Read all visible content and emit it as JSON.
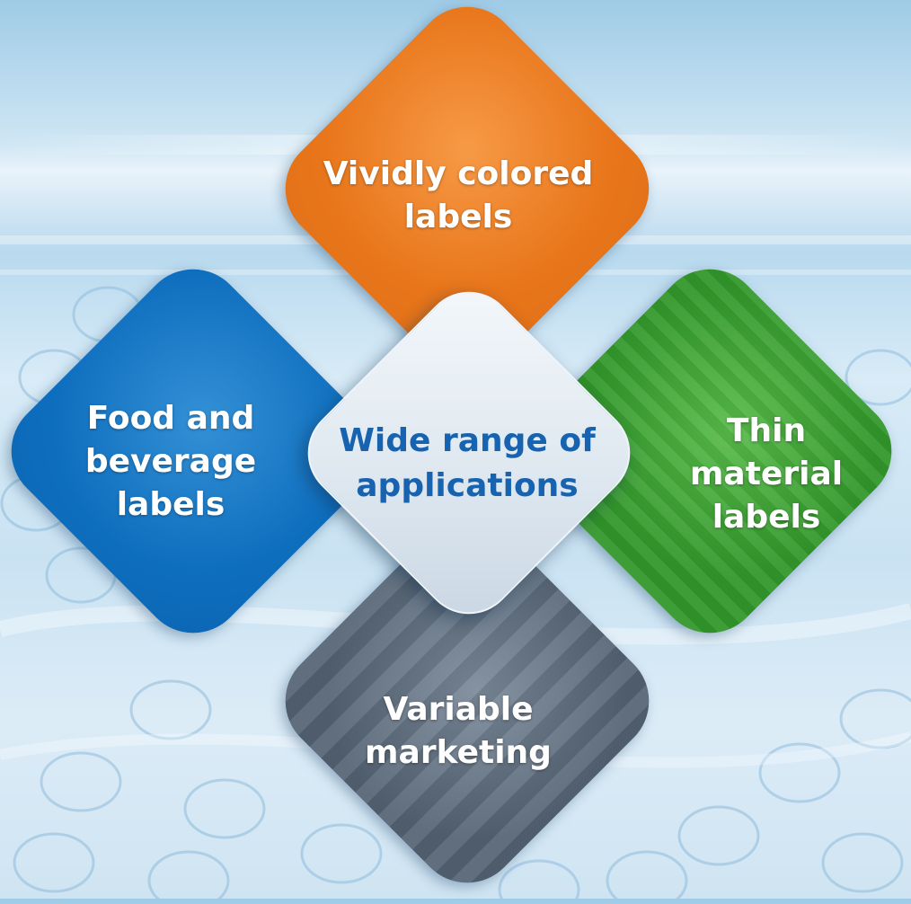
{
  "center": {
    "label": "Wide range of\napplications"
  },
  "tiles": [
    {
      "label": "Vividly colored\nlabels",
      "color": "#f07c1e"
    },
    {
      "label": "Food and\nbeverage\nlabels",
      "color": "#0f78c8"
    },
    {
      "label": "Thin material\nlabels",
      "color": "#3aa534"
    },
    {
      "label": "Variable\nmarketing",
      "color": "#5c6b7c"
    }
  ],
  "colors": {
    "background": "#cfe6f4",
    "center_text": "#1763b0"
  }
}
